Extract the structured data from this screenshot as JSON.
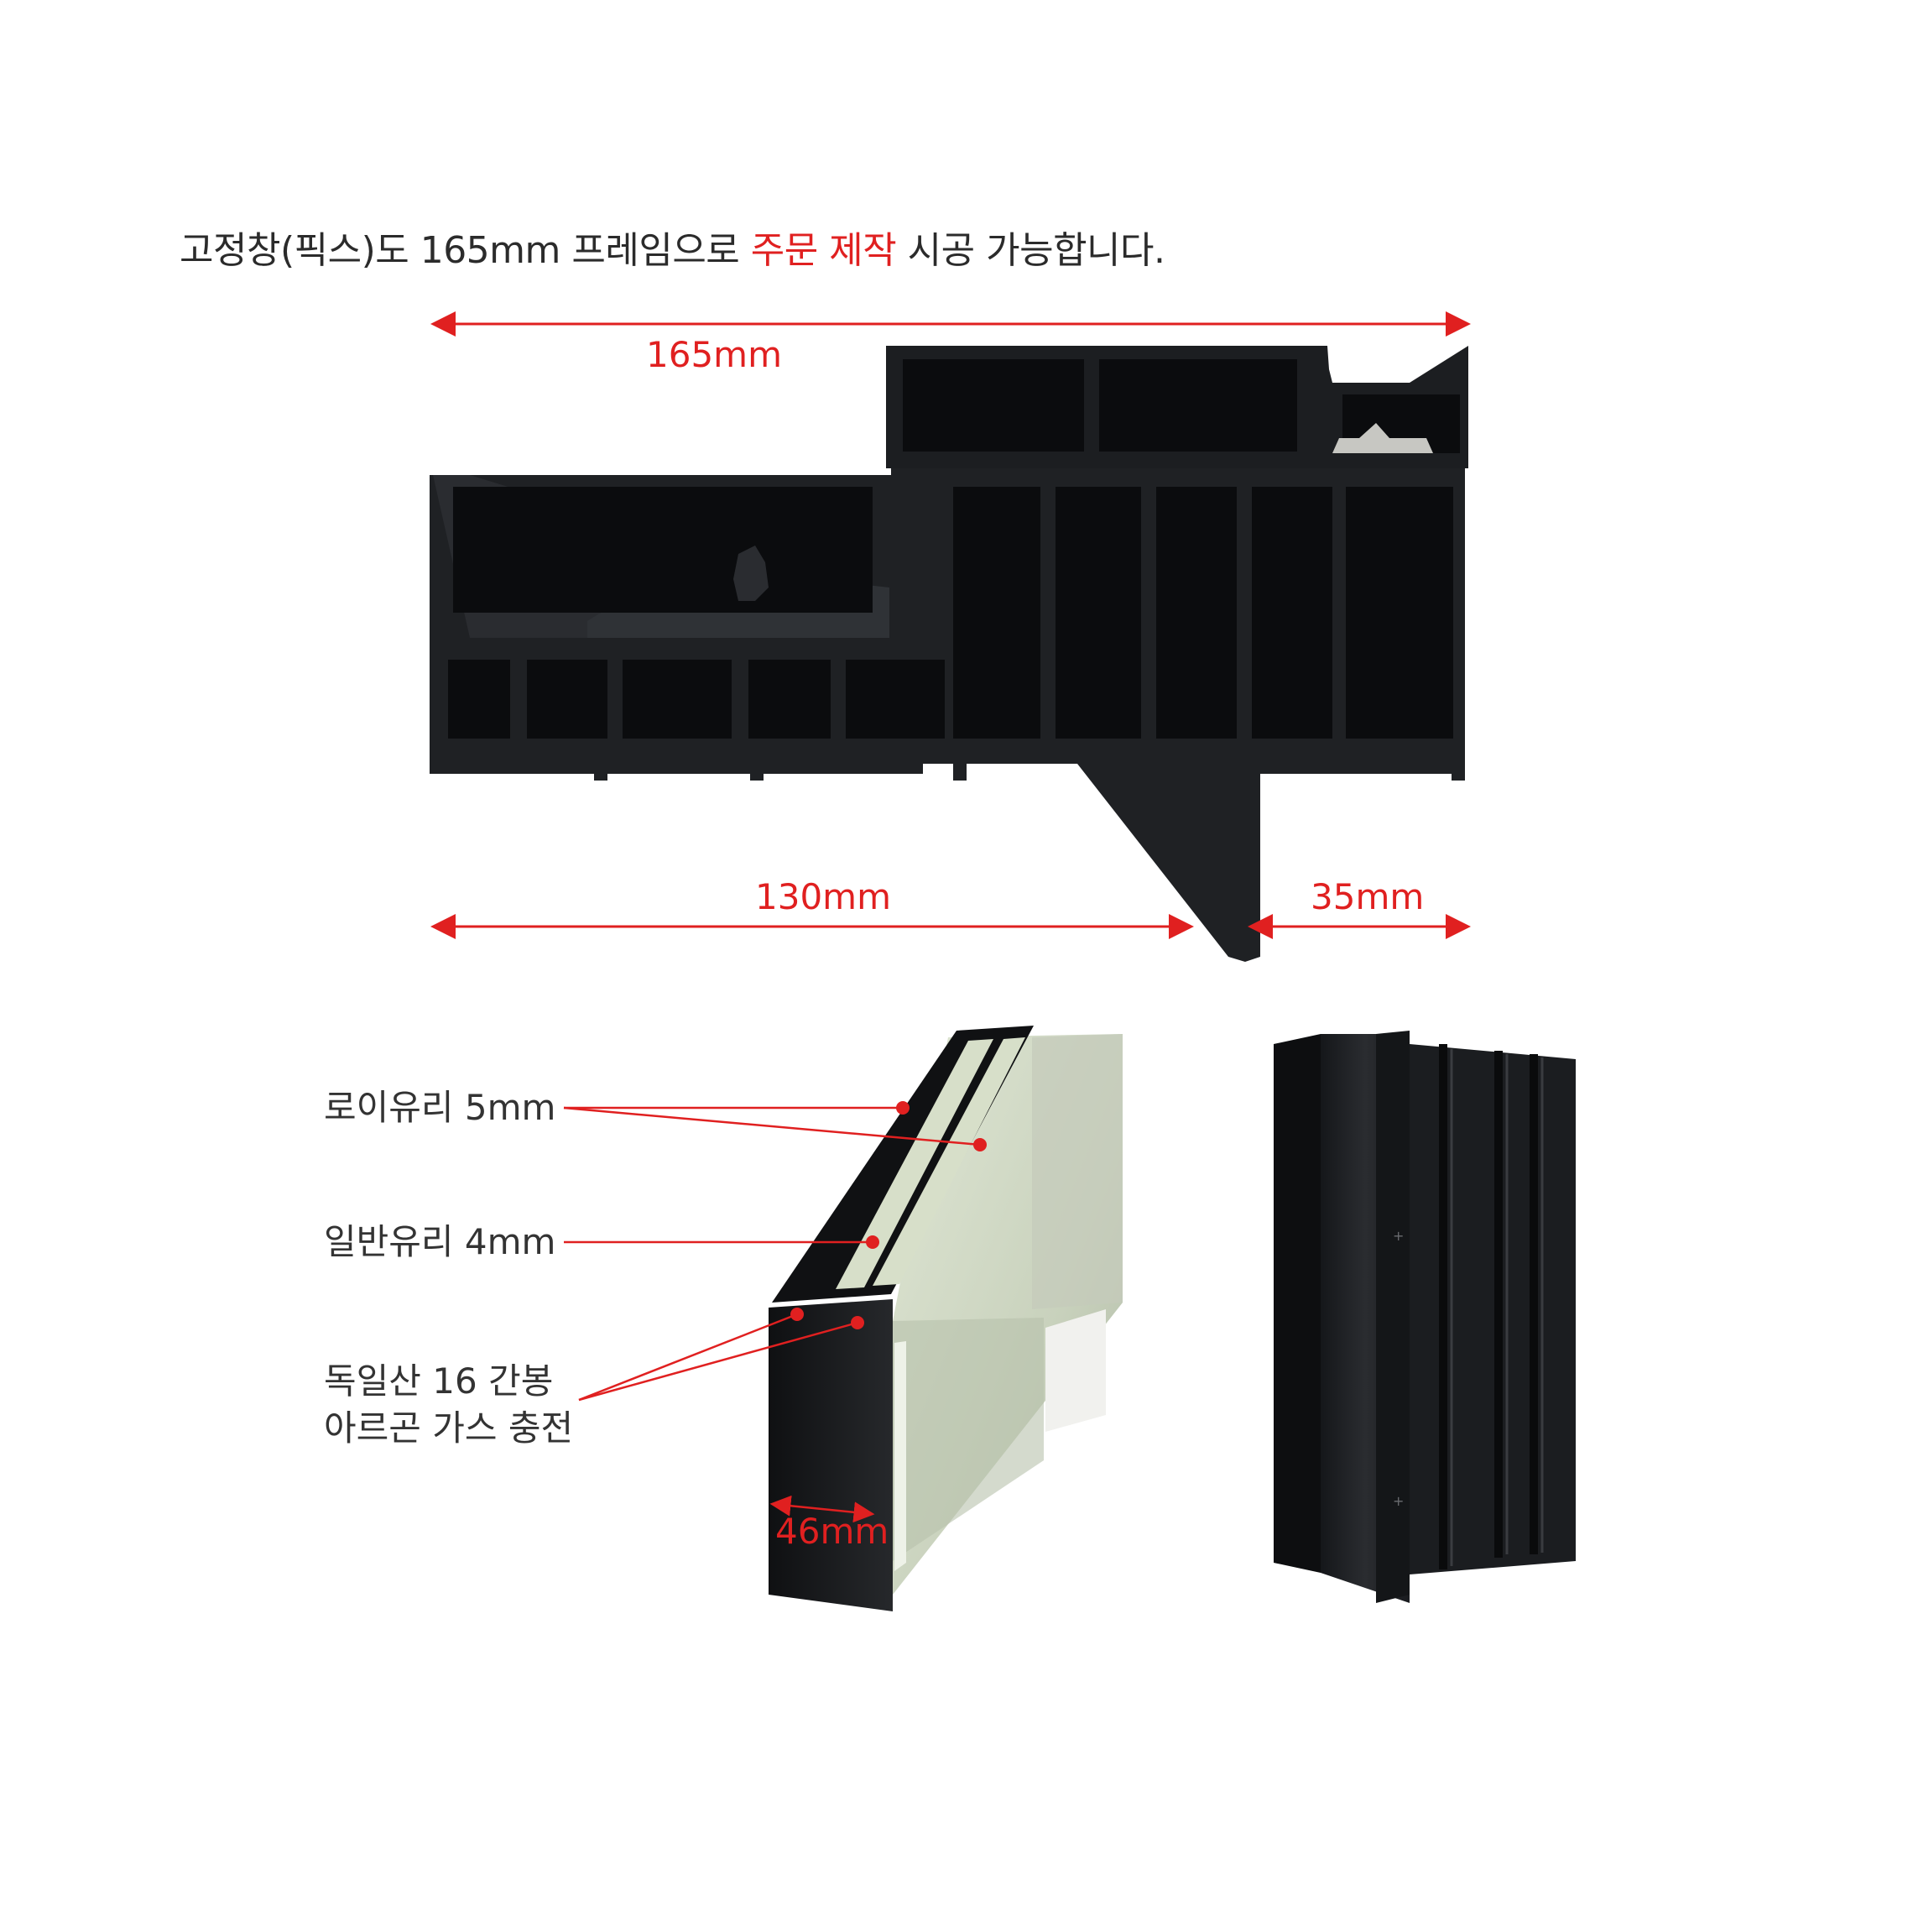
{
  "headline": {
    "prefix": "고정창(픽스)도 165mm 프레임으로 ",
    "highlight": "주문 제작",
    "suffix": " 시공 가능합니다."
  },
  "dimensions": {
    "total": "165mm",
    "frame": "130mm",
    "extension": "35mm",
    "glass_thickness": "46mm"
  },
  "callouts": {
    "low_e_glass": "로이유리 5mm",
    "clear_glass": "일반유리 4mm",
    "spacer_line1": "독일산 16 간봉",
    "spacer_line2": "아르곤 가스 충전"
  },
  "colors": {
    "accent": "#e02020",
    "text": "#2b2b2b",
    "profile": "#1f2124"
  }
}
